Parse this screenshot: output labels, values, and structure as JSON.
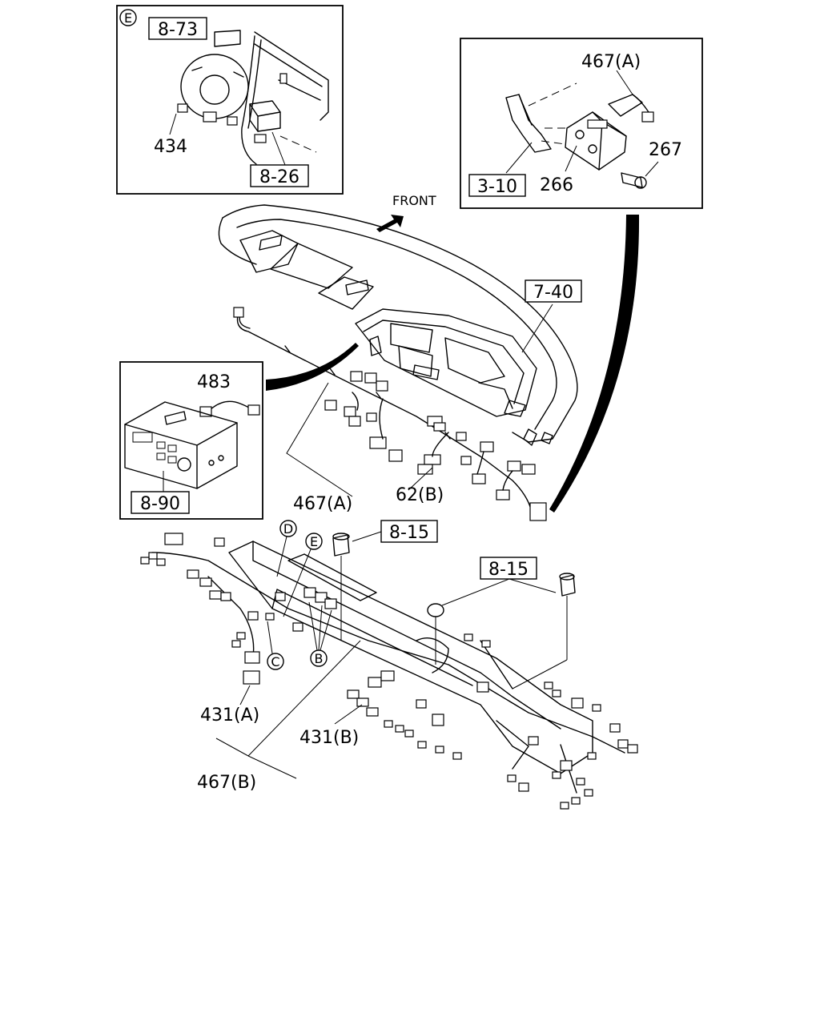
{
  "detail_e": {
    "marker": "E",
    "ref_box_top": "8-73",
    "ref_box_bottom": "8-26",
    "part_434": "434"
  },
  "detail_bracket": {
    "part_467a": "467(A)",
    "part_267": "267",
    "part_266": "266",
    "ref_box": "3-10"
  },
  "front_label": "FRONT",
  "dashboard": {
    "ref_box": "7-40",
    "part_467a": "467(A)",
    "part_62b": "62(B)"
  },
  "detail_radio": {
    "part_483": "483",
    "ref_box": "8-90"
  },
  "lower_harness": {
    "marker_d": "D",
    "marker_e": "E",
    "marker_c": "C",
    "marker_b": "B",
    "ref_box_bolt1": "8-15",
    "ref_box_bolt2": "8-15",
    "part_431a": "431(A)",
    "part_431b": "431(B)",
    "part_467b": "467(B)"
  }
}
